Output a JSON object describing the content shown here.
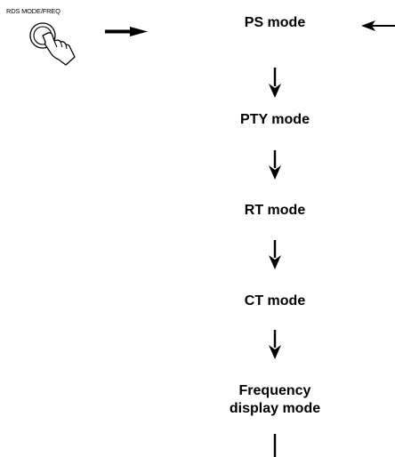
{
  "button": {
    "label": "RDS MODE/FREQ",
    "icon": "hand-pressing-button-icon"
  },
  "modes": [
    "PS mode",
    "PTY mode",
    "RT mode",
    "CT mode",
    "Frequency display mode"
  ],
  "arrows": {
    "press_arrow": "right-arrow-icon",
    "return_arrow": "left-arrow-icon",
    "step_arrow": "down-arrow-icon"
  }
}
